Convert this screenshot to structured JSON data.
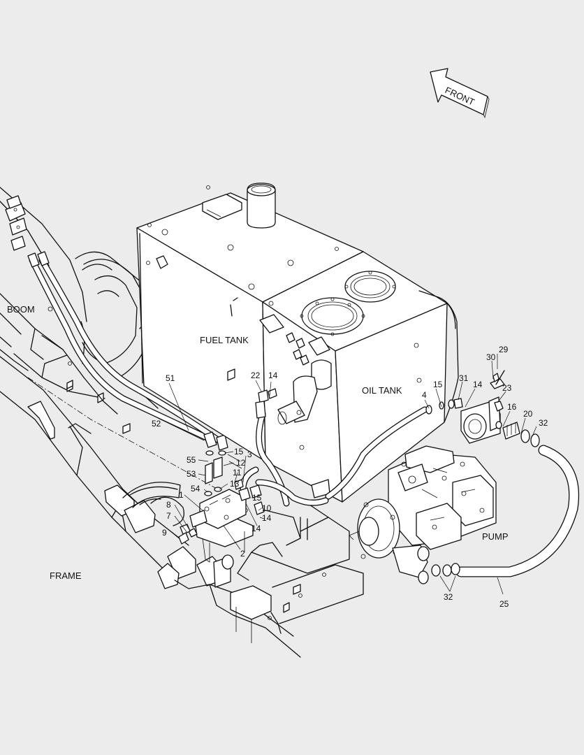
{
  "direction_arrow": {
    "label": "FRONT"
  },
  "regions": {
    "boom": "BOOM",
    "fuel_tank": "FUEL TANK",
    "oil_tank": "OIL TANK",
    "pump": "PUMP",
    "frame": "FRAME"
  },
  "callouts": {
    "c29": "29",
    "c30": "30",
    "c31": "31",
    "c14a": "14",
    "c23": "23",
    "c15a": "15",
    "c16": "16",
    "c20": "20",
    "c32a": "32",
    "c4": "4",
    "c22": "22",
    "c14b": "14",
    "c51": "51",
    "c52": "52",
    "c15b": "15",
    "c55": "55",
    "c12": "12",
    "c3": "3",
    "c53": "53",
    "c11": "11",
    "c13": "13",
    "c54": "54",
    "c1": "1",
    "c15c": "15",
    "c10": "10",
    "c8": "8",
    "c14c": "14",
    "c7": "7",
    "c14d": "14",
    "c9": "9",
    "c2": "2",
    "c32b": "32",
    "c25": "25"
  },
  "colors": {
    "background": "#ececec",
    "ink": "#111111",
    "paper": "#ffffff"
  }
}
